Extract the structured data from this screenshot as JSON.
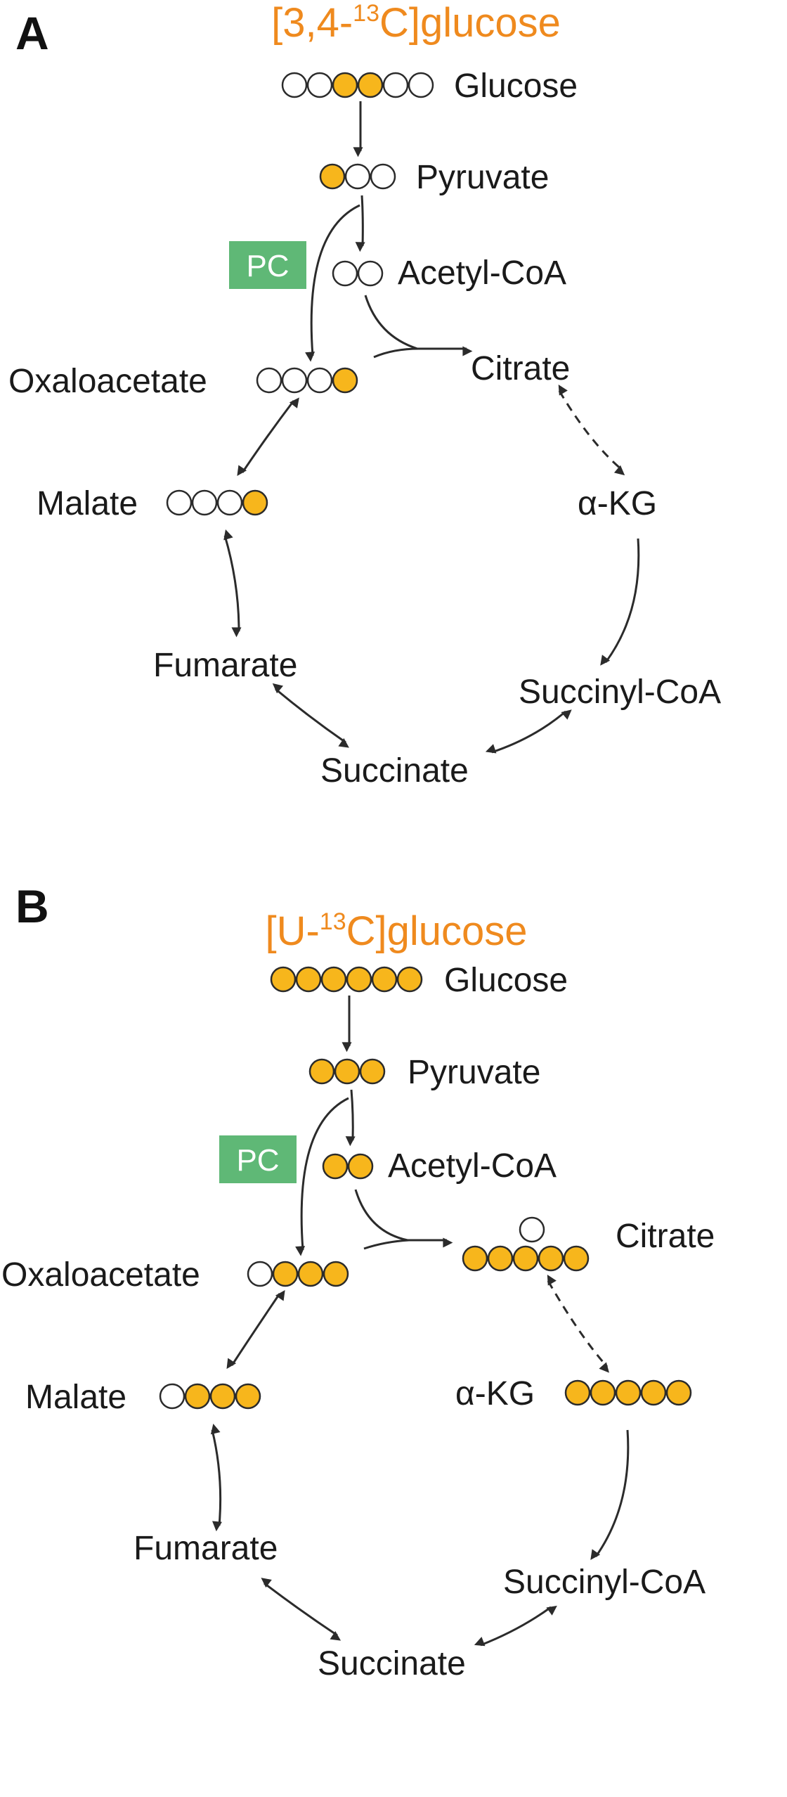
{
  "colors": {
    "labeled_carbon": "#f7b61c",
    "unlabeled_carbon": "#ffffff",
    "tracer_text": "#ef8a1e",
    "pc_box": "#5fb876",
    "text": "#1a1a1a"
  },
  "icons": {
    "labeled_atom": "filled-circle-icon",
    "unlabeled_atom": "empty-circle-icon",
    "arrow": "arrow-icon"
  },
  "panels": [
    {
      "letter": "A",
      "tracer_prefix": "[3,4-",
      "tracer_sup": "13",
      "tracer_suffix": "C]glucose",
      "enzyme": "PC",
      "metabolites": {
        "glucose": "Glucose",
        "pyruvate": "Pyruvate",
        "acetyl_coa": "Acetyl-CoA",
        "oxaloacetate": "Oxaloacetate",
        "citrate": "Citrate",
        "akg": "α-KG",
        "malate": "Malate",
        "succinyl_coa": "Succinyl-CoA",
        "fumarate": "Fumarate",
        "succinate": "Succinate"
      },
      "labeling": {
        "glucose": [
          0,
          0,
          1,
          1,
          0,
          0
        ],
        "pyruvate": [
          1,
          0,
          0
        ],
        "acetyl_coa": [
          0,
          0
        ],
        "oxaloacetate": [
          0,
          0,
          0,
          1
        ],
        "malate": [
          0,
          0,
          0,
          1
        ]
      }
    },
    {
      "letter": "B",
      "tracer_prefix": "[U-",
      "tracer_sup": "13",
      "tracer_suffix": "C]glucose",
      "enzyme": "PC",
      "metabolites": {
        "glucose": "Glucose",
        "pyruvate": "Pyruvate",
        "acetyl_coa": "Acetyl-CoA",
        "oxaloacetate": "Oxaloacetate",
        "citrate": "Citrate",
        "akg": "α-KG",
        "malate": "Malate",
        "succinyl_coa": "Succinyl-CoA",
        "fumarate": "Fumarate",
        "succinate": "Succinate"
      },
      "labeling": {
        "glucose": [
          1,
          1,
          1,
          1,
          1,
          1
        ],
        "pyruvate": [
          1,
          1,
          1
        ],
        "acetyl_coa": [
          1,
          1
        ],
        "oxaloacetate": [
          0,
          1,
          1,
          1
        ],
        "citrate_chain": [
          1,
          1,
          1,
          1,
          1
        ],
        "citrate_branch": [
          0
        ],
        "akg": [
          1,
          1,
          1,
          1,
          1
        ],
        "malate": [
          0,
          1,
          1,
          1
        ]
      }
    }
  ]
}
